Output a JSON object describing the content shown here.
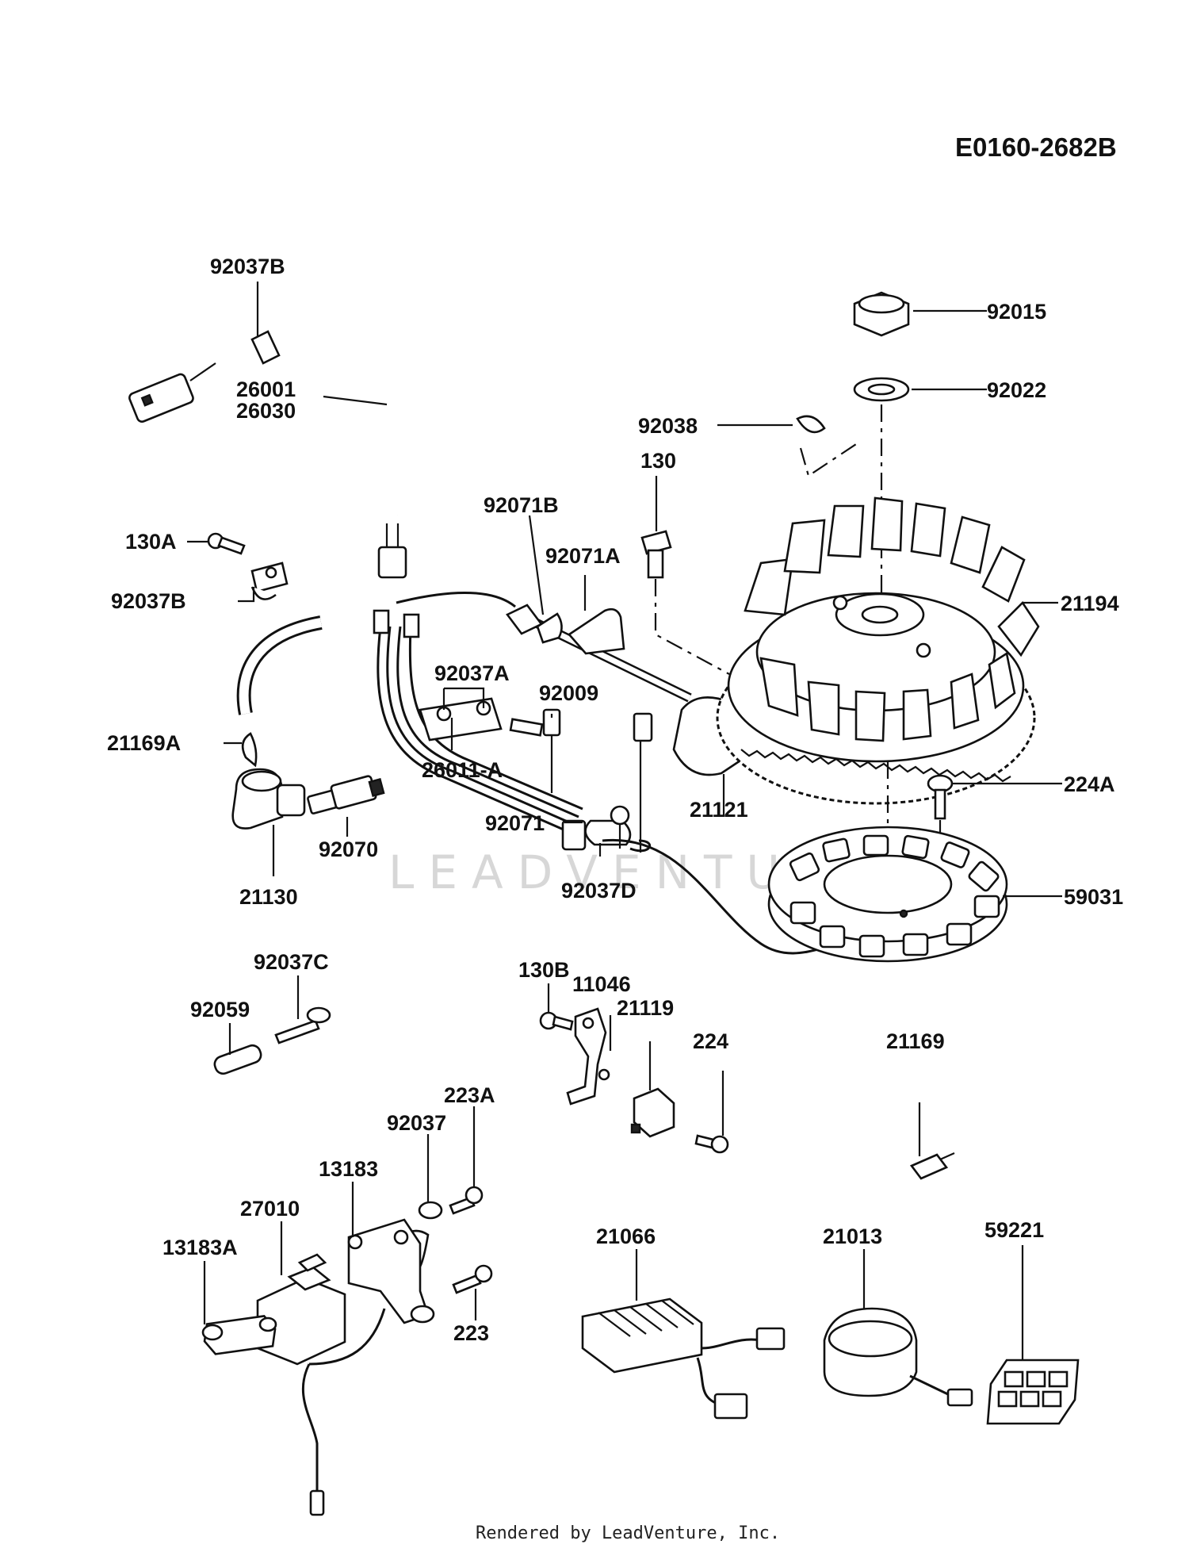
{
  "diagram_code": "E0160-2682B",
  "watermark": "LEADVENTURE",
  "footer": "Rendered by LeadVenture, Inc.",
  "callouts": {
    "p92037B_top": "92037B",
    "p26001": "26001",
    "p26030": "26030",
    "p130A": "130A",
    "p92037B_mid": "92037B",
    "p21169A": "21169A",
    "p21130": "21130",
    "p92070": "92070",
    "p92037A": "92037A",
    "p26011A": "26011-A",
    "p92071": "92071",
    "p92037D": "92037D",
    "p92009": "92009",
    "p92071B": "92071B",
    "p92071A": "92071A",
    "p21121": "21121",
    "p130": "130",
    "p92038": "92038",
    "p92015": "92015",
    "p92022": "92022",
    "p21194": "21194",
    "p224A": "224A",
    "p59031": "59031",
    "p92037C": "92037C",
    "p92059": "92059",
    "p130B": "130B",
    "p11046": "11046",
    "p21119": "21119",
    "p224": "224",
    "p21169": "21169",
    "p223A": "223A",
    "p92037": "92037",
    "p13183": "13183",
    "p27010": "27010",
    "p13183A": "13183A",
    "p223": "223",
    "p21066": "21066",
    "p21013": "21013",
    "p59221": "59221"
  }
}
